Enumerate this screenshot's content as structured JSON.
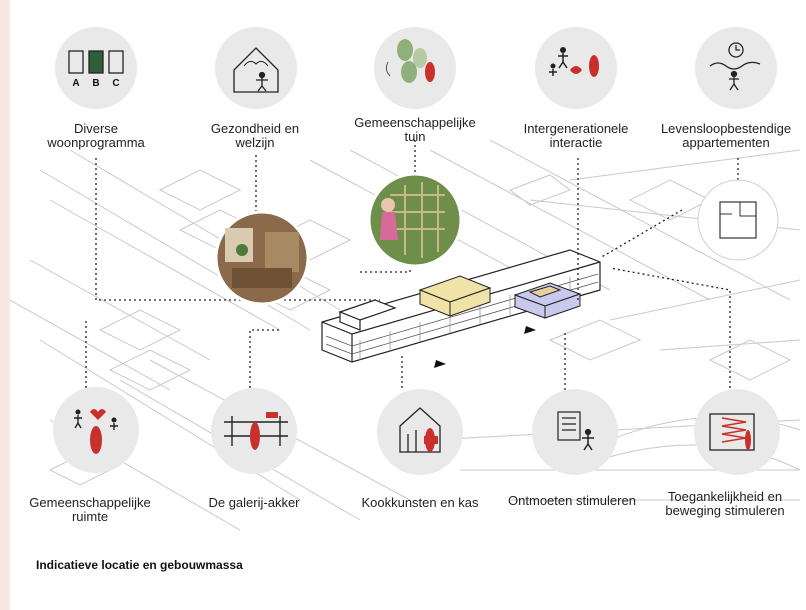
{
  "top_icons": [
    {
      "icon": "abc-program-icon",
      "label": "Diverse\nwoonprogramma",
      "letters": [
        "A",
        "B",
        "C"
      ]
    },
    {
      "icon": "house-health-icon",
      "label": "Gezondheid en\nwelzijn"
    },
    {
      "icon": "garden-trees-icon",
      "label": "Gemeenschappelijke\ntuin"
    },
    {
      "icon": "generations-icon",
      "label": "Intergenerationele\ninteractie"
    },
    {
      "icon": "lifetime-clock-icon",
      "label": "Levensloopbestendige\nappartementen"
    }
  ],
  "bottom_icons": [
    {
      "icon": "community-space-icon",
      "label": "Gemeenschappelijke\nruimte"
    },
    {
      "icon": "gallery-field-icon",
      "label": "De galerij-akker"
    },
    {
      "icon": "kitchen-greenhouse-icon",
      "label": "Kookkunsten en kas"
    },
    {
      "icon": "meeting-checklist-icon",
      "label": "Ontmoeten stimuleren"
    },
    {
      "icon": "stairs-accessibility-icon",
      "label": "Toegankelijkheid en\nbeweging stimuleren"
    }
  ],
  "caption": "Indicatieve locatie en gebouwmassa",
  "colors": {
    "background": "#ffffff",
    "circle_fill": "#e9e9e9",
    "accent_red": "#c9302c",
    "accent_yellow": "#efe3a8",
    "accent_blue": "#c9c9ee",
    "line_dark": "#333333"
  }
}
